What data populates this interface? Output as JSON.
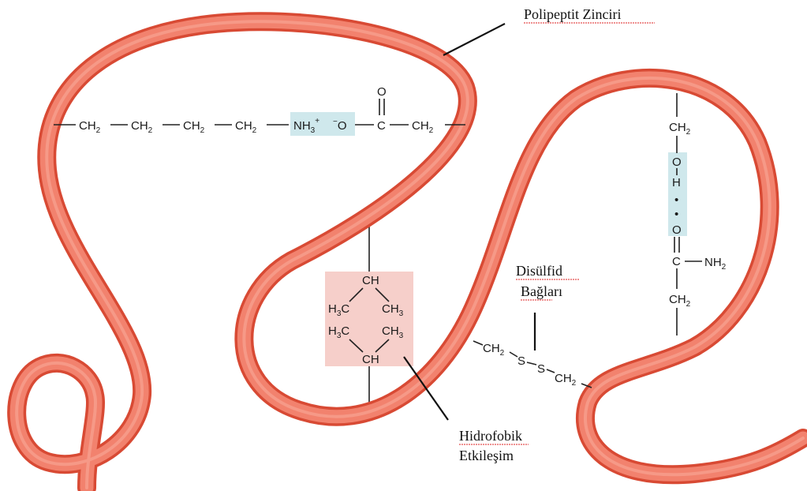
{
  "colors": {
    "chain_outer": "#d84a34",
    "chain_inner": "#f2826e",
    "chain_highlight": "#f9a898",
    "ionic_box": "#cfe8ec",
    "hydrophobic_box": "#f6cfca",
    "hbond_box": "#cfe8ec",
    "bond_line": "#222222"
  },
  "labels": {
    "polypeptide_chain": "Polipeptit Zinciri",
    "disulfide_line1": "Disülfid",
    "disulfide_line2": "Bağları",
    "hydrophobic_line1": "Hidrofobik",
    "hydrophobic_line2": "Etkileşim"
  },
  "ionic_bond": {
    "ch2": "CH",
    "sub2": "2",
    "nh3": "NH",
    "sub3": "3",
    "plus": "+",
    "minus": "−",
    "o_ion": "O",
    "o_carbonyl": "O",
    "c": "C"
  },
  "hydrophobic": {
    "ch": "CH",
    "h3c": "H",
    "c": "C",
    "ch3": "CH",
    "sub3": "3"
  },
  "disulfide": {
    "ch2": "CH",
    "sub2": "2",
    "s": "S"
  },
  "hydrogen_bond": {
    "ch2": "CH",
    "sub2": "2",
    "o": "O",
    "h": "H",
    "c": "C",
    "nh2": "NH",
    "dots": "•"
  }
}
